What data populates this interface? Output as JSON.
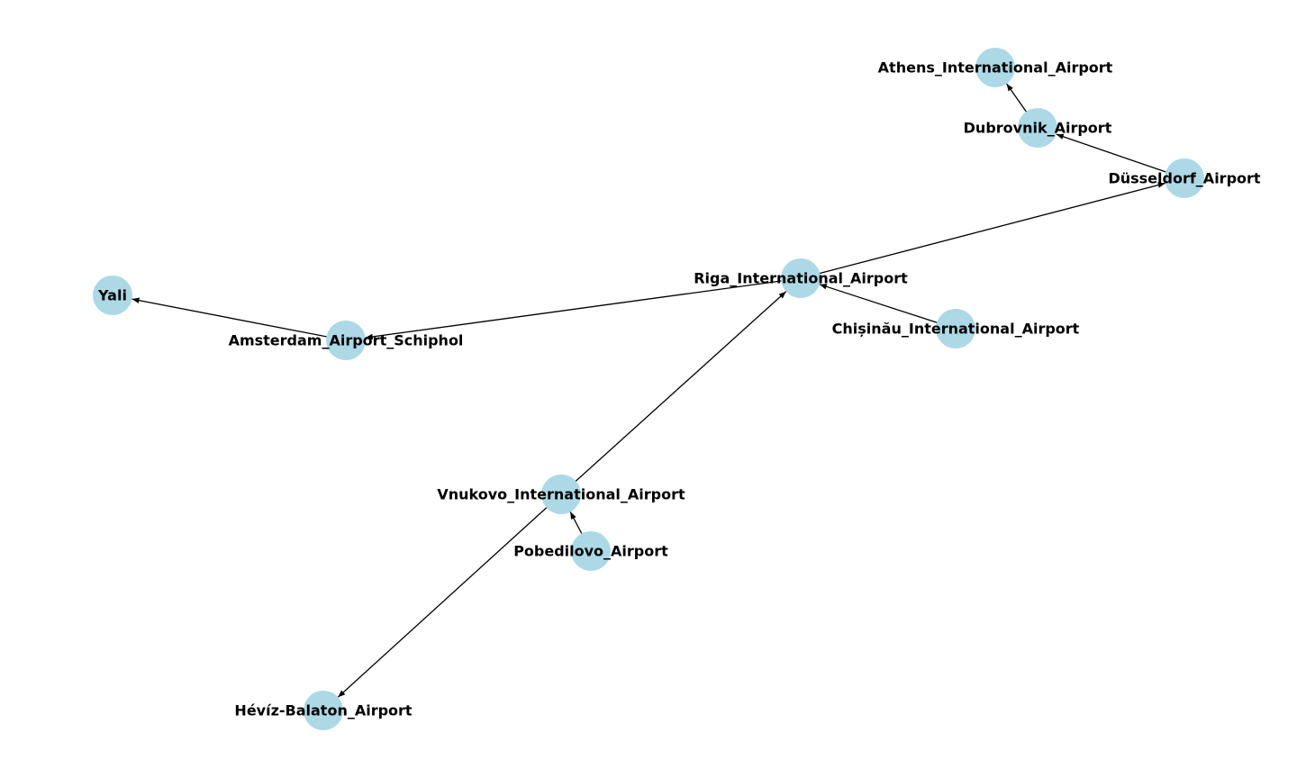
{
  "graph": {
    "node_color": "#add8e6",
    "edge_color": "#000000",
    "label_color": "#000000",
    "directed": true,
    "nodes": [
      {
        "id": "athens",
        "label": "Athens_International_Airport"
      },
      {
        "id": "dubrovnik",
        "label": "Dubrovnik_Airport"
      },
      {
        "id": "dusseldorf",
        "label": "Düsseldorf_Airport"
      },
      {
        "id": "riga",
        "label": "Riga_International_Airport"
      },
      {
        "id": "chisinau",
        "label": "Chișinău_International_Airport"
      },
      {
        "id": "yali",
        "label": "Yali"
      },
      {
        "id": "amsterdam",
        "label": "Amsterdam_Airport_Schiphol"
      },
      {
        "id": "vnukovo",
        "label": "Vnukovo_International_Airport"
      },
      {
        "id": "pobedilovo",
        "label": "Pobedilovo_Airport"
      },
      {
        "id": "heviz",
        "label": "Hévíz-Balaton_Airport"
      }
    ],
    "edges": [
      {
        "source": "dubrovnik",
        "target": "athens"
      },
      {
        "source": "dusseldorf",
        "target": "dubrovnik"
      },
      {
        "source": "riga",
        "target": "dusseldorf"
      },
      {
        "source": "riga",
        "target": "amsterdam"
      },
      {
        "source": "chisinau",
        "target": "riga"
      },
      {
        "source": "amsterdam",
        "target": "yali"
      },
      {
        "source": "vnukovo",
        "target": "riga"
      },
      {
        "source": "vnukovo",
        "target": "heviz"
      },
      {
        "source": "pobedilovo",
        "target": "vnukovo"
      }
    ]
  }
}
